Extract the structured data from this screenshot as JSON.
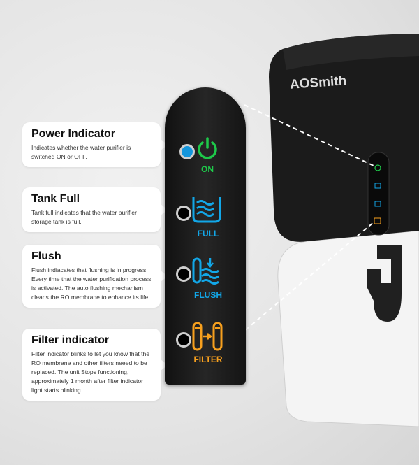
{
  "brand": "AOSmith",
  "callouts": [
    {
      "title": "Power Indicator",
      "text": "Indicates whether the water purifier is switched ON or OFF."
    },
    {
      "title": "Tank Full",
      "text": "Tank full indicates that the water purifier storage tank is full."
    },
    {
      "title": "Flush",
      "text": "Flush indiacates that flushing is in progress. Every time that the water purification process is activated. The auto flushing mechanism cleans the RO membrane to enhance its life."
    },
    {
      "title": "Filter indicator",
      "text": "Filter indicator blinks to let you know that the RO membrane and other filters neeed to be replaced. The unit Stops functioning, approximately 1 month after filter indicator light starts blinking."
    }
  ],
  "panel": {
    "on": "ON",
    "full": "FULL",
    "flush": "FLUSH",
    "filter": "FILTER"
  },
  "colors": {
    "green": "#1ec94a",
    "blue": "#12a7e8",
    "orange": "#f7a01e",
    "led_on": "#1496dc"
  }
}
